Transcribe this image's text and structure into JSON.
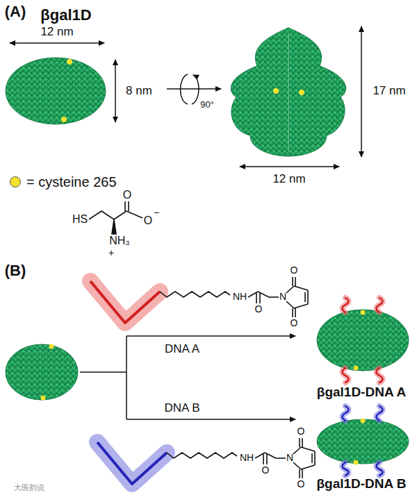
{
  "diagram": {
    "nodes": [
      {
        "text": [
          "βgal1D-DNA A"
        ]
      },
      {
        "text": [
          "βgal1D-DNA B"
        ]
      }
    ],
    "labels": [
      "(A)",
      "βgal1D",
      "12 nm",
      "8 nm",
      "90°",
      "17 nm",
      "12 nm",
      "HS",
      "O",
      "O",
      "−",
      "NH₃",
      "+",
      "(B)",
      "NH",
      "O",
      "N",
      "O",
      "O",
      "DNA A",
      "NH",
      "O",
      "N",
      "O",
      "O",
      "DNA B",
      "大医韵说"
    ],
    "legend": [
      {
        "text": "= cysteine 265",
        "color": "#f2e22c"
      }
    ]
  }
}
